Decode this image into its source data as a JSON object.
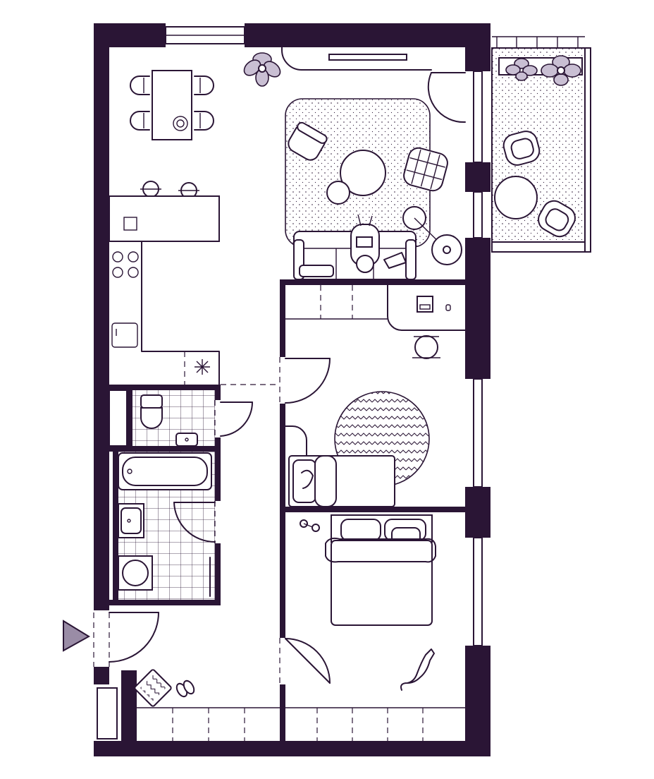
{
  "colors": {
    "wall": "#2a1535",
    "plant": "#c9bfd3",
    "accent": "#9a8ca6",
    "floor_texture": "#2a1535"
  },
  "plan": {
    "type": "apartment floor plan",
    "entrance_marker": "triangle-arrow",
    "rooms": [
      "kitchen-dining",
      "living-room",
      "balcony",
      "bedroom",
      "bedroom",
      "bathroom",
      "toilet",
      "hallway"
    ]
  }
}
